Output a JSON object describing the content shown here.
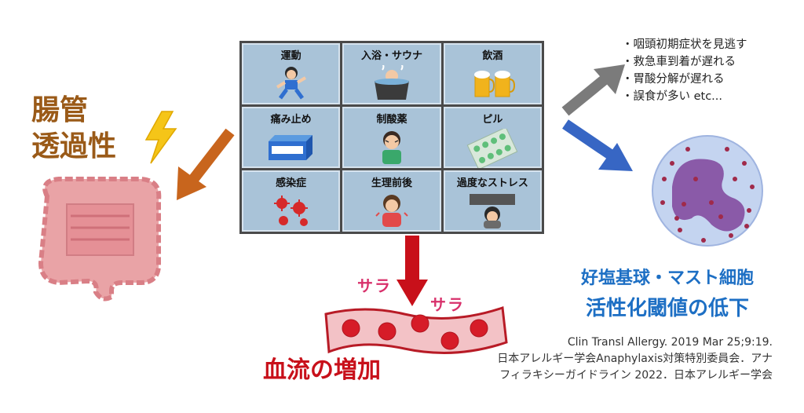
{
  "left": {
    "label_line1": "腸管",
    "label_line2": "透過性"
  },
  "grid": {
    "cells": [
      {
        "label": "運動",
        "icon": "running-person-icon"
      },
      {
        "label": "入浴・サウナ",
        "icon": "bath-tub-icon"
      },
      {
        "label": "飲酒",
        "icon": "beer-mugs-icon"
      },
      {
        "label": "痛み止め",
        "icon": "painkiller-box-icon"
      },
      {
        "label": "制酸薬",
        "icon": "stomach-ache-person-icon"
      },
      {
        "label": "ピル",
        "icon": "pill-sheet-icon"
      },
      {
        "label": "感染症",
        "icon": "virus-icon"
      },
      {
        "label": "生理前後",
        "icon": "menstrual-pain-person-icon"
      },
      {
        "label": "過度なストレス",
        "icon": "stressed-person-icon"
      }
    ]
  },
  "symptoms": [
    "・咽頭初期症状を見逃す",
    "・救急車到着が遅れる",
    "・胃酸分解が遅れる",
    "・誤食が多い etc..."
  ],
  "cells_label": {
    "line1": "好塩基球・マスト細胞",
    "line2": "活性化閾値の低下"
  },
  "blood": {
    "label": "血流の増加",
    "sara1": "サラ",
    "sara2": "サラ"
  },
  "refs": {
    "line1": "Clin Transl Allergy. 2019 Mar 25;9:19.",
    "line2": "日本アレルギー学会Anaphylaxis対策特別委員会．アナ",
    "line3": "フィラキシーガイドライン 2022．日本アレルギー学会"
  },
  "colors": {
    "gut_label": "#9a5a18",
    "grid_cell": "#a9c3d8",
    "orange_arrow": "#c8651d",
    "gray_arrow": "#7b7b7b",
    "blue_arrow": "#3766c4",
    "red_arrow": "#c8101a",
    "blue_text": "#1d6fc4"
  }
}
